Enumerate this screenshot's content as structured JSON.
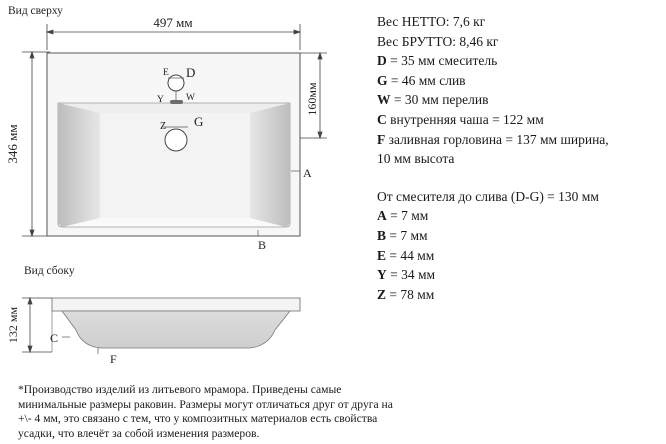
{
  "views": {
    "top_label": "Вид сверху",
    "side_label": "Вид сбоку"
  },
  "dimensions": {
    "width": "497 мм",
    "depth": "346 мм",
    "bowl_offset": "160мм",
    "side_height": "132 мм"
  },
  "markers": {
    "E": "E",
    "D": "D",
    "Y": "Y",
    "W": "W",
    "Z": "Z",
    "G": "G",
    "A": "A",
    "B": "B",
    "C": "C",
    "F": "F"
  },
  "specs": {
    "net_weight": "Вес НЕТТО: 7,6 кг",
    "gross_weight": "Вес БРУТТО: 8,46 кг",
    "items": [
      {
        "key": "D",
        "text": " = 35 мм смеситель"
      },
      {
        "key": "G",
        "text": " = 46 мм слив"
      },
      {
        "key": "W",
        "text": " = 30 мм перелив"
      },
      {
        "key": "C",
        "text": " внутренняя чаша = 122 мм"
      },
      {
        "key": "F",
        "text": " заливная горловина = 137 мм ширина,"
      }
    ],
    "item_cont": "10 мм высота",
    "distance": "От смесителя до слива (D-G) = 130 мм",
    "offsets": [
      {
        "key": "A",
        "text": " = 7 мм"
      },
      {
        "key": "B",
        "text": " = 7 мм"
      },
      {
        "key": "E",
        "text": " = 44 мм"
      },
      {
        "key": "Y",
        "text": " = 34 мм"
      },
      {
        "key": "Z",
        "text": " = 78 мм"
      }
    ]
  },
  "footnote": {
    "line1": "*Производство изделий из литьевого мрамора. Приведены самые",
    "line2": "минимальные размеры раковин. Размеры могут отличаться друг от друга на",
    "line3": "+\\- 4 мм, это связано с тем, что у композитных материалов есть свойства",
    "line4": "усадки, что влечёт за собой изменения размеров."
  }
}
